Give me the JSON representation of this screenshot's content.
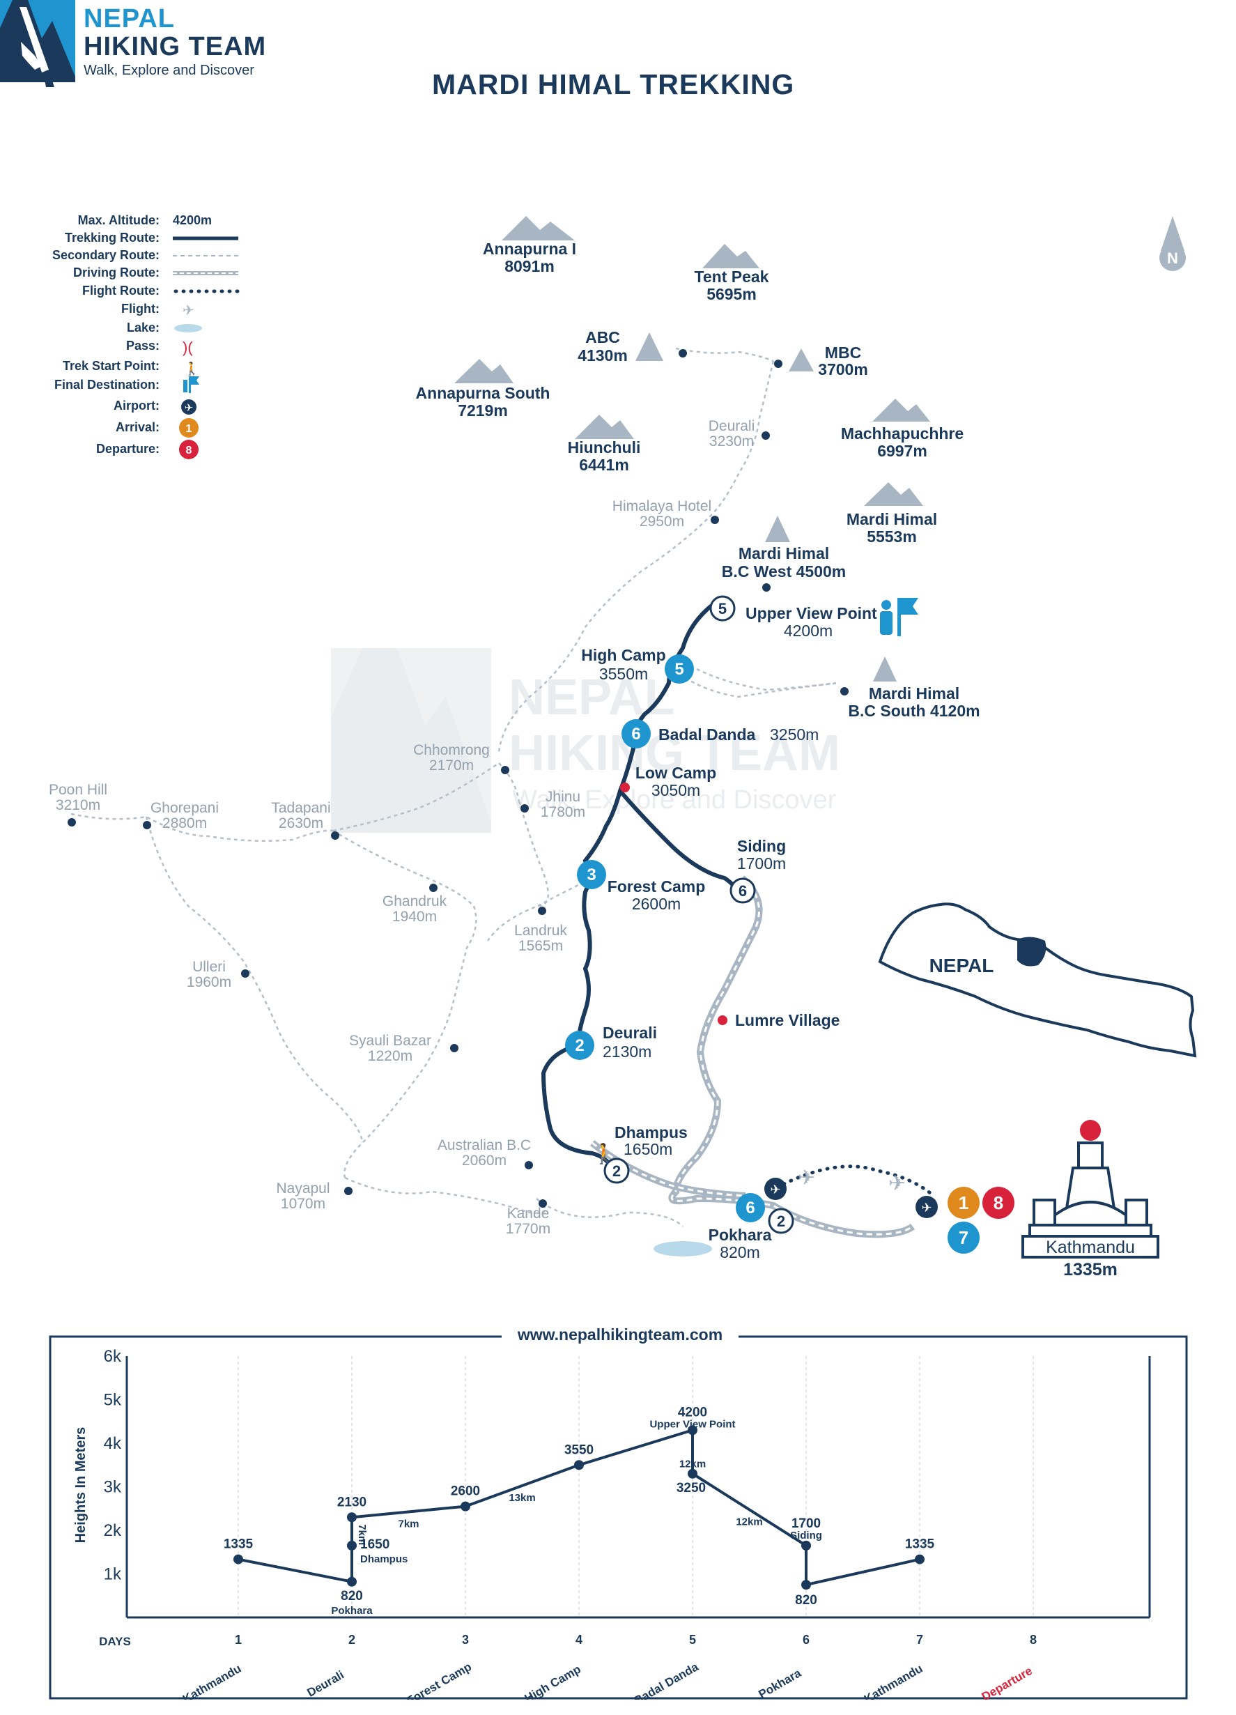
{
  "brand": {
    "line1": "NEPAL",
    "line2": "HIKING TEAM",
    "tagline": "Walk, Explore and Discover",
    "colors": {
      "blue": "#1e95cf",
      "navy": "#1b3a5b",
      "grey": "#a8b5c2",
      "red": "#d8213a",
      "orange": "#e08a1e"
    }
  },
  "title": "MARDI HIMAL TREKKING",
  "legend": {
    "max_altitude_label": "Max. Altitude:",
    "max_altitude_value": "4200m",
    "trekking_route": "Trekking Route:",
    "secondary_route": "Secondary Route:",
    "driving_route": "Driving Route:",
    "flight_route": "Flight Route:",
    "flight": "Flight:",
    "lake": "Lake:",
    "pass": "Pass:",
    "trek_start": "Trek Start Point:",
    "final_destination": "Final Destination:",
    "airport": "Airport:",
    "arrival": "Arrival:",
    "arrival_num": "1",
    "departure": "Departure:",
    "departure_num": "8"
  },
  "compass": "N",
  "peaks": [
    {
      "name": "Annapurna I",
      "alt": "8091m"
    },
    {
      "name": "Tent Peak",
      "alt": "5695m"
    },
    {
      "name": "Annapurna South",
      "alt": "7219m"
    },
    {
      "name": "Hiunchuli",
      "alt": "6441m"
    },
    {
      "name": "Machhapuchhre",
      "alt": "6997m"
    },
    {
      "name": "Mardi Himal",
      "alt": "5553m"
    }
  ],
  "camps": [
    {
      "name": "ABC",
      "alt": "4130m"
    },
    {
      "name": "MBC",
      "alt": "3700m"
    },
    {
      "name": "Mardi Himal",
      "alt": "B.C West 4500m"
    },
    {
      "name": "Mardi Himal",
      "alt": "B.C South 4120m"
    }
  ],
  "secondary_places": [
    {
      "name": "Deurali",
      "alt": "3230m"
    },
    {
      "name": "Himalaya Hotel",
      "alt": "2950m"
    },
    {
      "name": "Chhomrong",
      "alt": "2170m"
    },
    {
      "name": "Jhinu",
      "alt": "1780m"
    },
    {
      "name": "Poon Hill",
      "alt": "3210m"
    },
    {
      "name": "Ghorepani",
      "alt": "2880m"
    },
    {
      "name": "Tadapani",
      "alt": "2630m"
    },
    {
      "name": "Ghandruk",
      "alt": "1940m"
    },
    {
      "name": "Landruk",
      "alt": "1565m"
    },
    {
      "name": "Ulleri",
      "alt": "1960m"
    },
    {
      "name": "Syauli Bazar",
      "alt": "1220m"
    },
    {
      "name": "Australian B.C",
      "alt": "2060m"
    },
    {
      "name": "Nayapul",
      "alt": "1070m"
    },
    {
      "name": "Kande",
      "alt": "1770m"
    }
  ],
  "route_stops": [
    {
      "name": "Upper View Point",
      "alt": "4200m",
      "day": "5"
    },
    {
      "name": "High Camp",
      "alt": "3550m",
      "day": "5"
    },
    {
      "name": "Badal Danda",
      "alt": "3250m",
      "day": "6"
    },
    {
      "name": "Low Camp",
      "alt": "3050m"
    },
    {
      "name": "Forest Camp",
      "alt": "2600m",
      "day": "3"
    },
    {
      "name": "Siding",
      "alt": "1700m",
      "day": "6"
    },
    {
      "name": "Lumre Village"
    },
    {
      "name": "Deurali",
      "alt": "2130m",
      "day": "2"
    },
    {
      "name": "Dhampus",
      "alt": "1650m",
      "day": "2"
    },
    {
      "name": "Pokhara",
      "alt": "820m",
      "day": "6",
      "day2": "2"
    }
  ],
  "kathmandu": {
    "name": "Kathmandu",
    "alt": "1335m",
    "arrival": "1",
    "departure": "8",
    "day": "7"
  },
  "nepal_label": "NEPAL",
  "website": "www.nepalhikingteam.com",
  "chart_data": {
    "type": "line",
    "ylabel": "Heights In Meters",
    "xlabel": "DAYS",
    "ylim": [
      0,
      6000
    ],
    "yticks": [
      "1k",
      "2k",
      "3k",
      "4k",
      "5k",
      "6k"
    ],
    "days": [
      "1",
      "2",
      "3",
      "4",
      "5",
      "6",
      "7",
      "8"
    ],
    "day_names": [
      "Kathmandu",
      "Deurali",
      "Forest Camp",
      "High Camp",
      "Badal Danda",
      "Pokhara",
      "Kathmandu",
      "Departure"
    ],
    "points": [
      {
        "day": 1,
        "y": 1335,
        "label": "1335"
      },
      {
        "day": 2,
        "y": 820,
        "label": "820",
        "sub": "Pokhara"
      },
      {
        "day": 2,
        "y": 1650,
        "label": "1650",
        "sub": "Dhampus"
      },
      {
        "day": 2,
        "y": 2300,
        "label": "2130"
      },
      {
        "day": 3,
        "y": 2550,
        "label": "2600"
      },
      {
        "day": 4,
        "y": 3500,
        "label": "3550"
      },
      {
        "day": 5,
        "y": 4300,
        "label": "4200",
        "sub": "Upper View Point"
      },
      {
        "day": 5,
        "y": 3300,
        "label": "3250"
      },
      {
        "day": 6,
        "y": 1650,
        "label": "1700",
        "sub": "Siding"
      },
      {
        "day": 6,
        "y": 750,
        "label": "820"
      },
      {
        "day": 7,
        "y": 1335,
        "label": "1335"
      }
    ],
    "segment_labels": [
      "7km",
      "7km",
      "13km",
      "12km",
      "12km"
    ]
  }
}
